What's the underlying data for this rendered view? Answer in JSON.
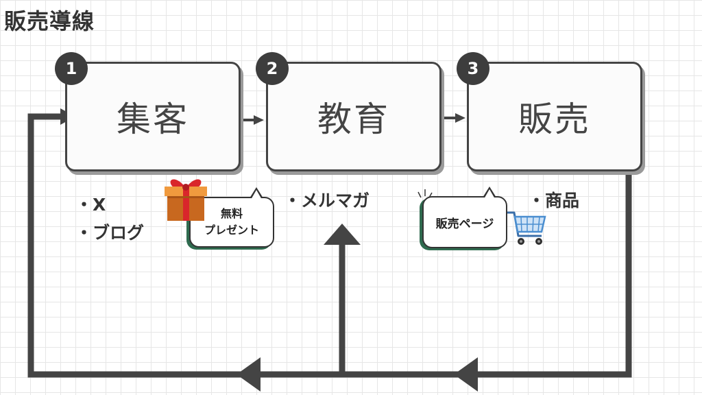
{
  "title": "販売導線",
  "steps": [
    {
      "number": "1",
      "label": "集客"
    },
    {
      "number": "2",
      "label": "教育"
    },
    {
      "number": "3",
      "label": "販売"
    }
  ],
  "channels": {
    "step1": [
      "X",
      "ブログ"
    ],
    "step2": [
      "メルマガ"
    ],
    "step3": [
      "商品"
    ]
  },
  "bubbles": {
    "gift": {
      "line1": "無料",
      "line2": "プレゼント"
    },
    "sales": {
      "text": "販売ページ"
    }
  },
  "icons": [
    "gift-icon",
    "shopping-cart-icon"
  ],
  "colors": {
    "arrow": "#444444",
    "box_border": "#444444",
    "badge": "#3d3d3d",
    "bubble_accent": "#2f6b4f",
    "gift_box": "#e58a2c",
    "gift_ribbon": "#d9262b",
    "cart": "#4a8ed0"
  }
}
